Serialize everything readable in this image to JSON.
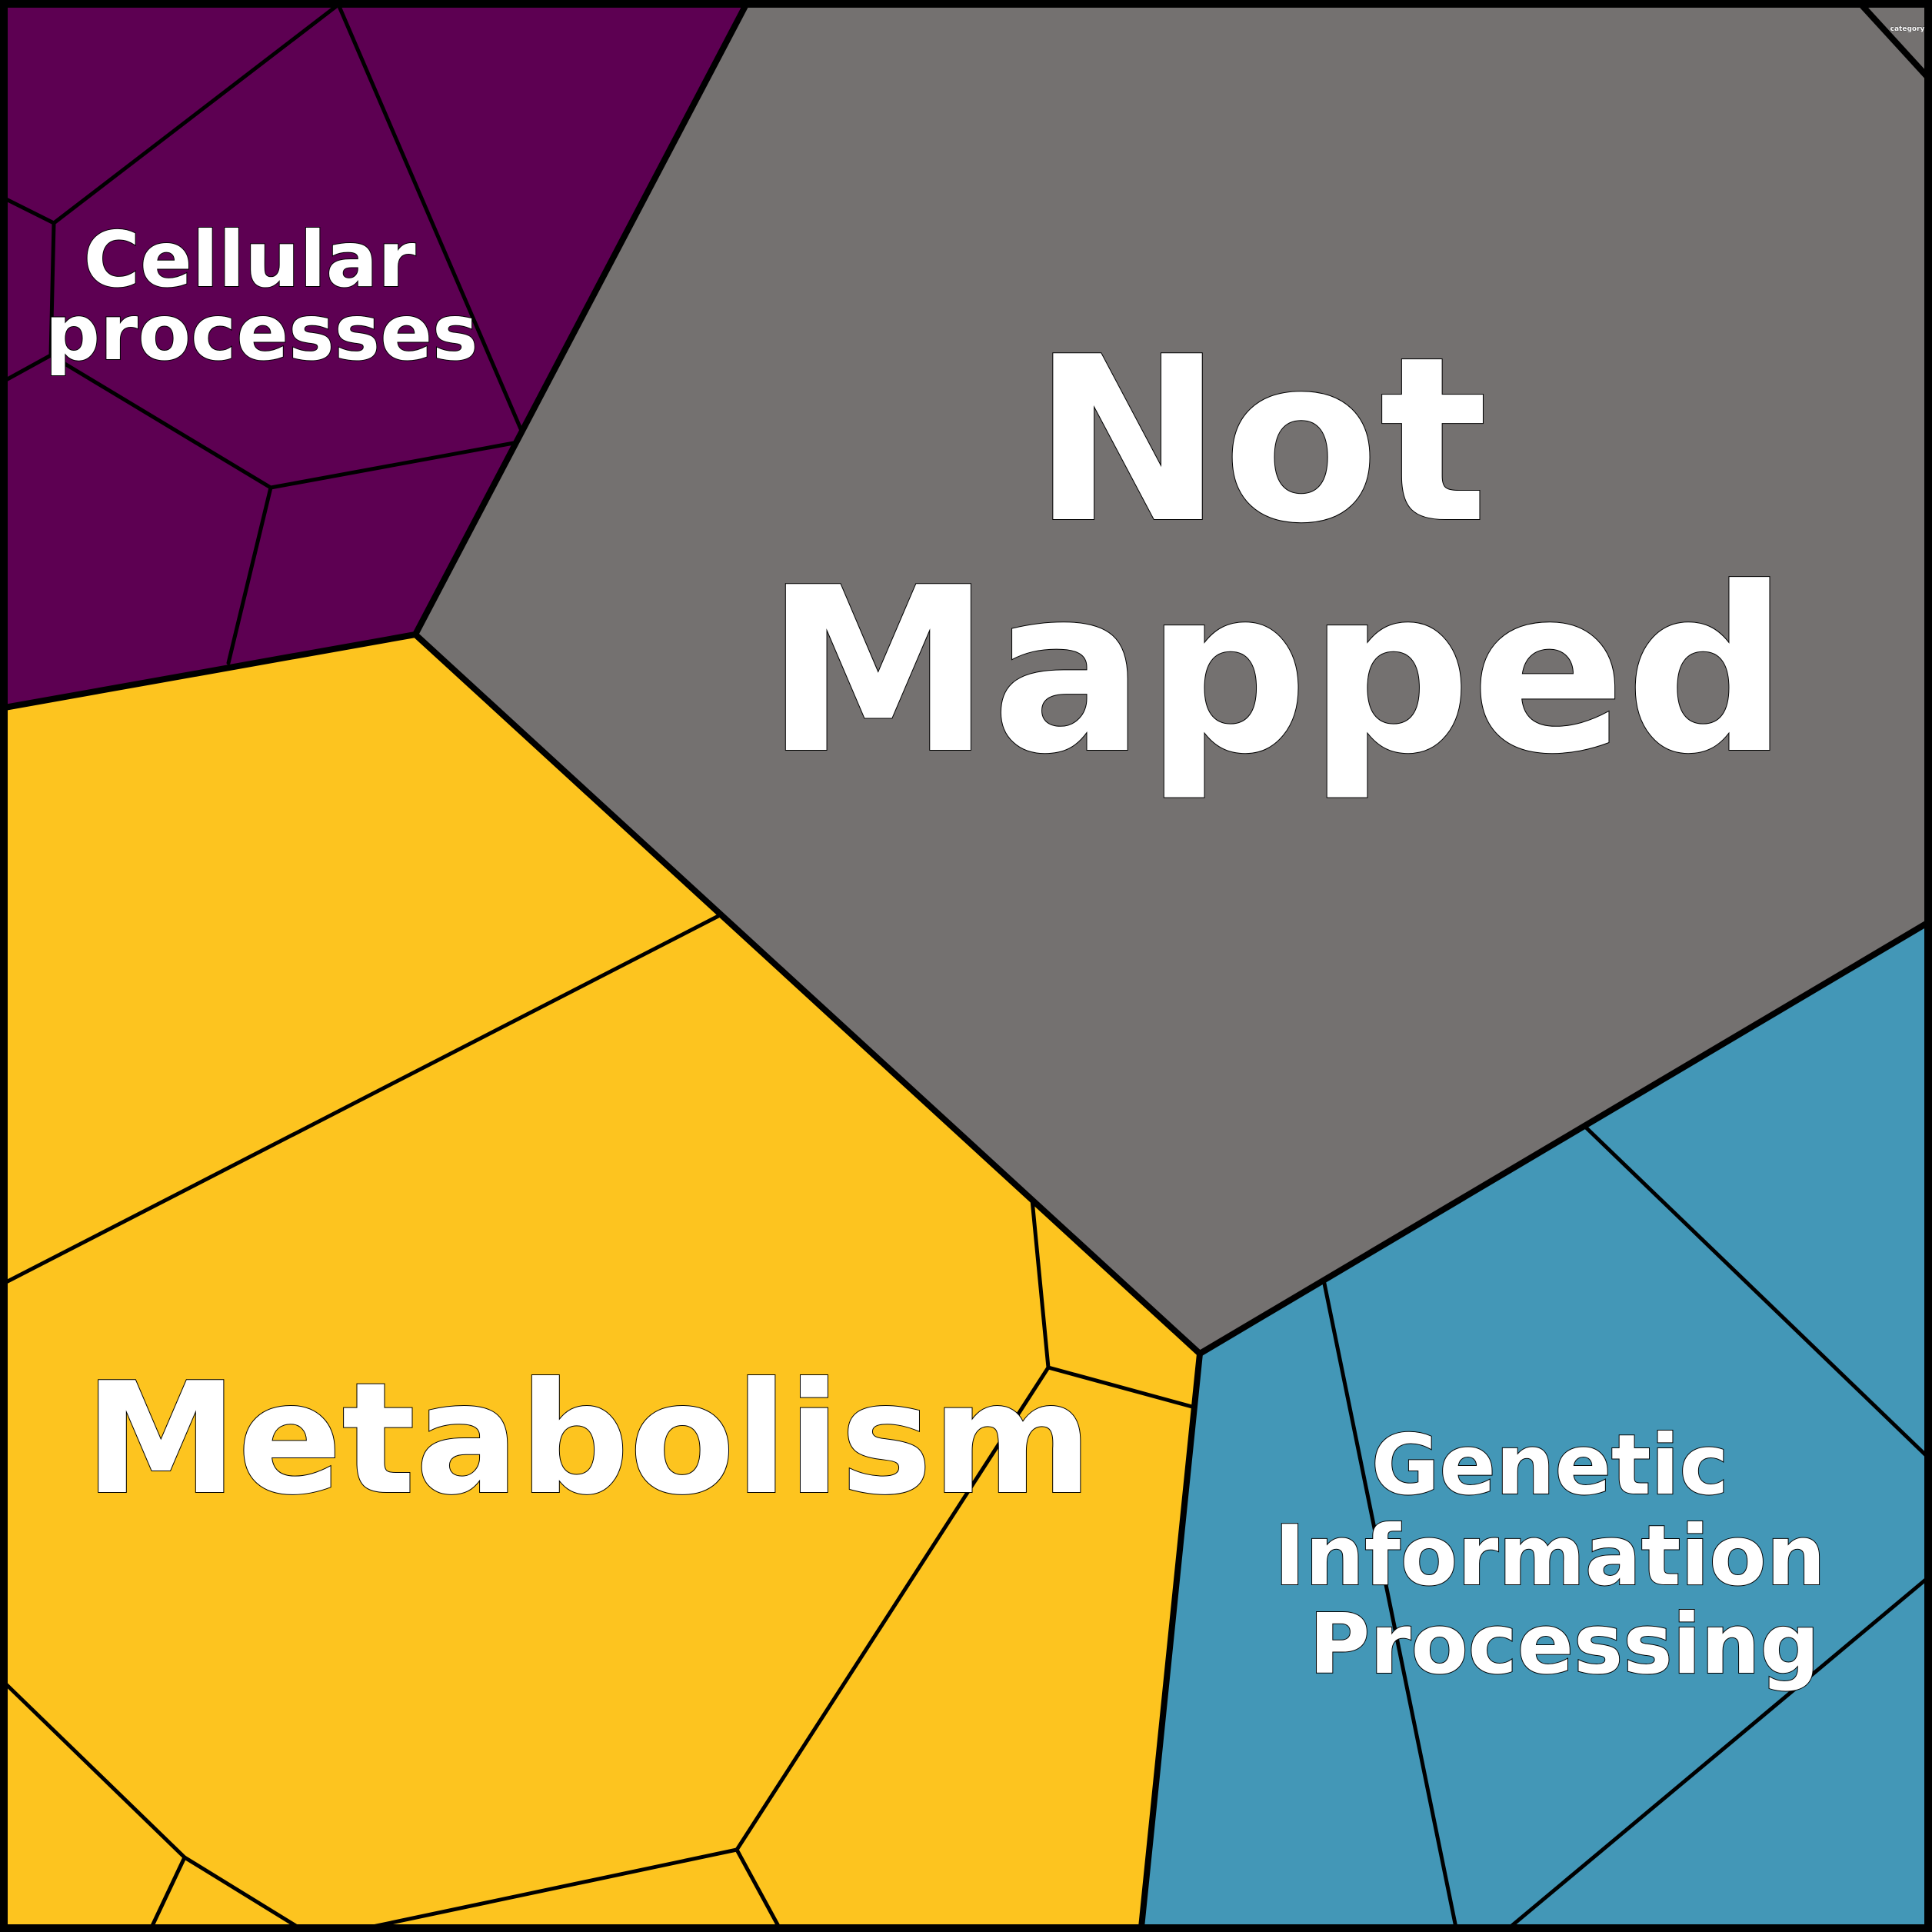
{
  "diagram": {
    "type": "voronoi-treemap",
    "colors": {
      "metabolism": "#fdc41f",
      "not_mapped": "#747170",
      "cellular_processes": "#5d0052",
      "genetic_information_processing": "#4397b7",
      "border": "#000000",
      "label_fill": "#ffffff"
    },
    "regions": [
      {
        "id": "not-mapped",
        "label": [
          "Not",
          "Mapped"
        ],
        "color": "#747170"
      },
      {
        "id": "metabolism",
        "label": [
          "Metabolism"
        ],
        "color": "#fdc41f"
      },
      {
        "id": "cellular-processes",
        "label": [
          "Cellular",
          "processes"
        ],
        "color": "#5d0052"
      },
      {
        "id": "genetic-information-processing",
        "label": [
          "Genetic",
          "Information",
          "Processing"
        ],
        "color": "#4397b7"
      }
    ],
    "corner_label": "category"
  }
}
